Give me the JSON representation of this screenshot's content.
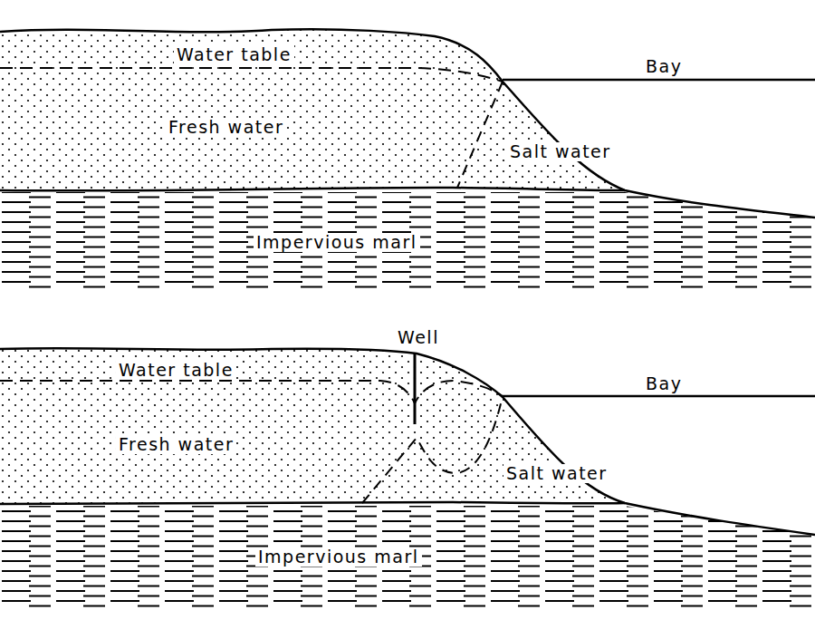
{
  "diagram": {
    "labels": [
      "Water table",
      "Bay",
      "Fresh water",
      "Salt water",
      "Impervious marl",
      "Well",
      "Water table",
      "Bay",
      "Fresh water",
      "Salt water",
      "Impervious marl"
    ]
  }
}
